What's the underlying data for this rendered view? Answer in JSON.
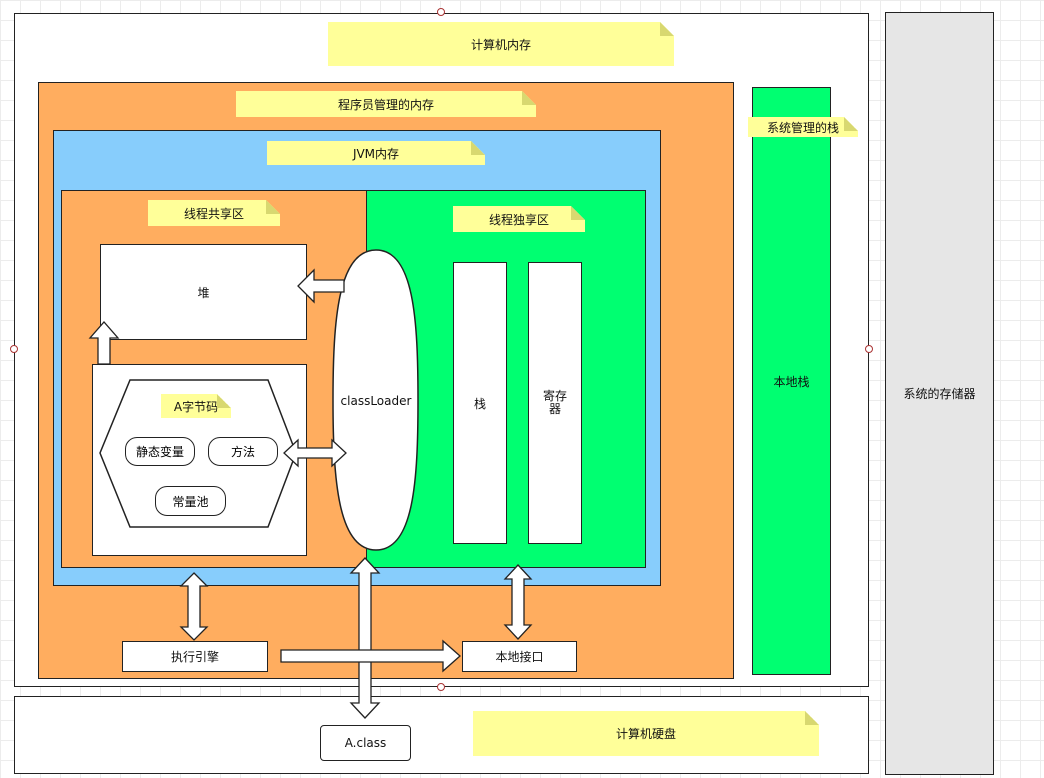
{
  "labels": {
    "computer_memory": "计算机内存",
    "programmer_memory": "程序员管理的内存",
    "jvm_memory": "JVM内存",
    "thread_shared": "线程共享区",
    "thread_private": "线程独享区",
    "heap": "堆",
    "bytecode": "A字节码",
    "static_vars": "静态变量",
    "method": "方法",
    "const_pool": "常量池",
    "classloader": "classLoader",
    "stack": "栈",
    "register": "寄存\n器",
    "system_stack": "系统管理的栈",
    "native_stack": "本地栈",
    "system_storage": "系统的存储器",
    "exec_engine": "执行引擎",
    "native_interface": "本地接口",
    "class_file": "A.class",
    "disk": "计算机硬盘"
  },
  "colors": {
    "orange": "#ffad5f",
    "blue": "#87cdfc",
    "green": "#00ff71",
    "gray": "#e6e6e6",
    "note": "#ffff99"
  }
}
